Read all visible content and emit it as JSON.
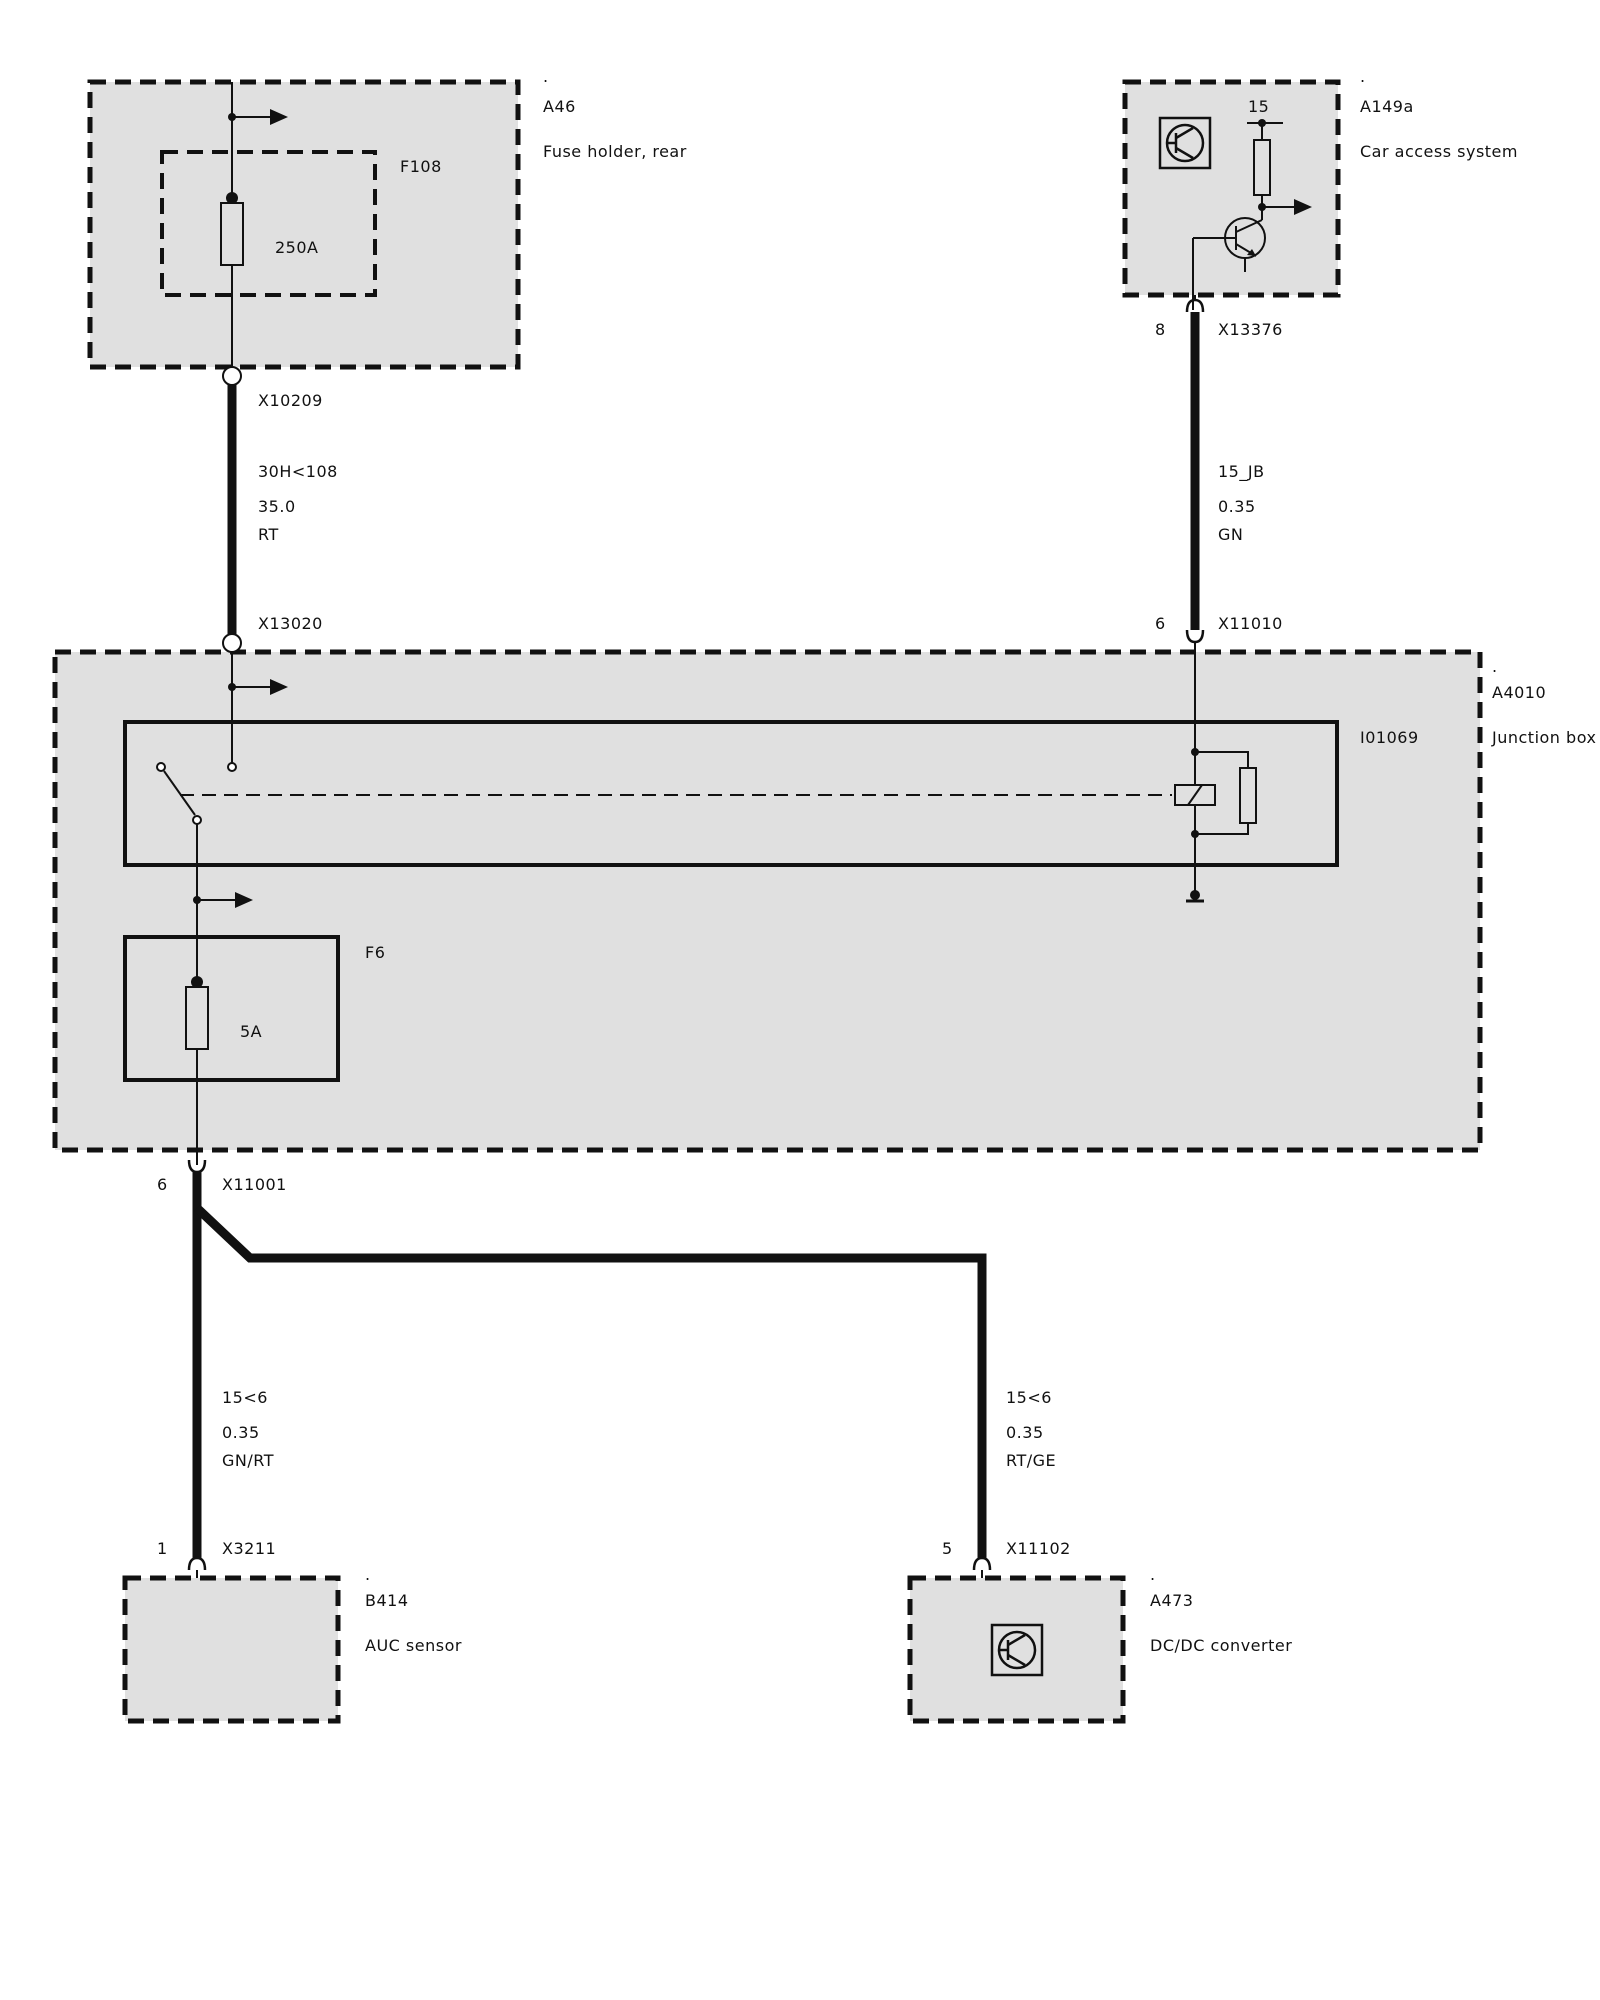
{
  "components": {
    "a46": {
      "dot": ".",
      "id": "A46",
      "name": "Fuse holder, rear"
    },
    "f108": {
      "id": "F108",
      "rating": "250A"
    },
    "a149a": {
      "dot": ".",
      "id": "A149a",
      "name": "Car access system",
      "terminal": "15"
    },
    "a4010": {
      "dot": ".",
      "id": "A4010",
      "name": "Junction box"
    },
    "i01069": {
      "id": "I01069"
    },
    "f6": {
      "id": "F6",
      "rating": "5A"
    },
    "b414": {
      "dot": ".",
      "id": "B414",
      "name": "AUC sensor"
    },
    "a473": {
      "dot": ".",
      "id": "A473",
      "name": "DC/DC converter"
    }
  },
  "connectors": {
    "x10209": {
      "id": "X10209"
    },
    "x13020": {
      "id": "X13020"
    },
    "x13376": {
      "id": "X13376",
      "pin": "8"
    },
    "x11010": {
      "id": "X11010",
      "pin": "6"
    },
    "x11001": {
      "id": "X11001",
      "pin": "6"
    },
    "x3211": {
      "id": "X3211",
      "pin": "1"
    },
    "x11102": {
      "id": "X11102",
      "pin": "5"
    }
  },
  "wires": {
    "w1": {
      "signal": "30H<108",
      "size": "35.0",
      "color": "RT"
    },
    "w2": {
      "signal": "15_JB",
      "size": "0.35",
      "color": "GN"
    },
    "w3": {
      "signal": "15<6",
      "size": "0.35",
      "color": "GN/RT"
    },
    "w4": {
      "signal": "15<6",
      "size": "0.35",
      "color": "RT/GE"
    }
  }
}
